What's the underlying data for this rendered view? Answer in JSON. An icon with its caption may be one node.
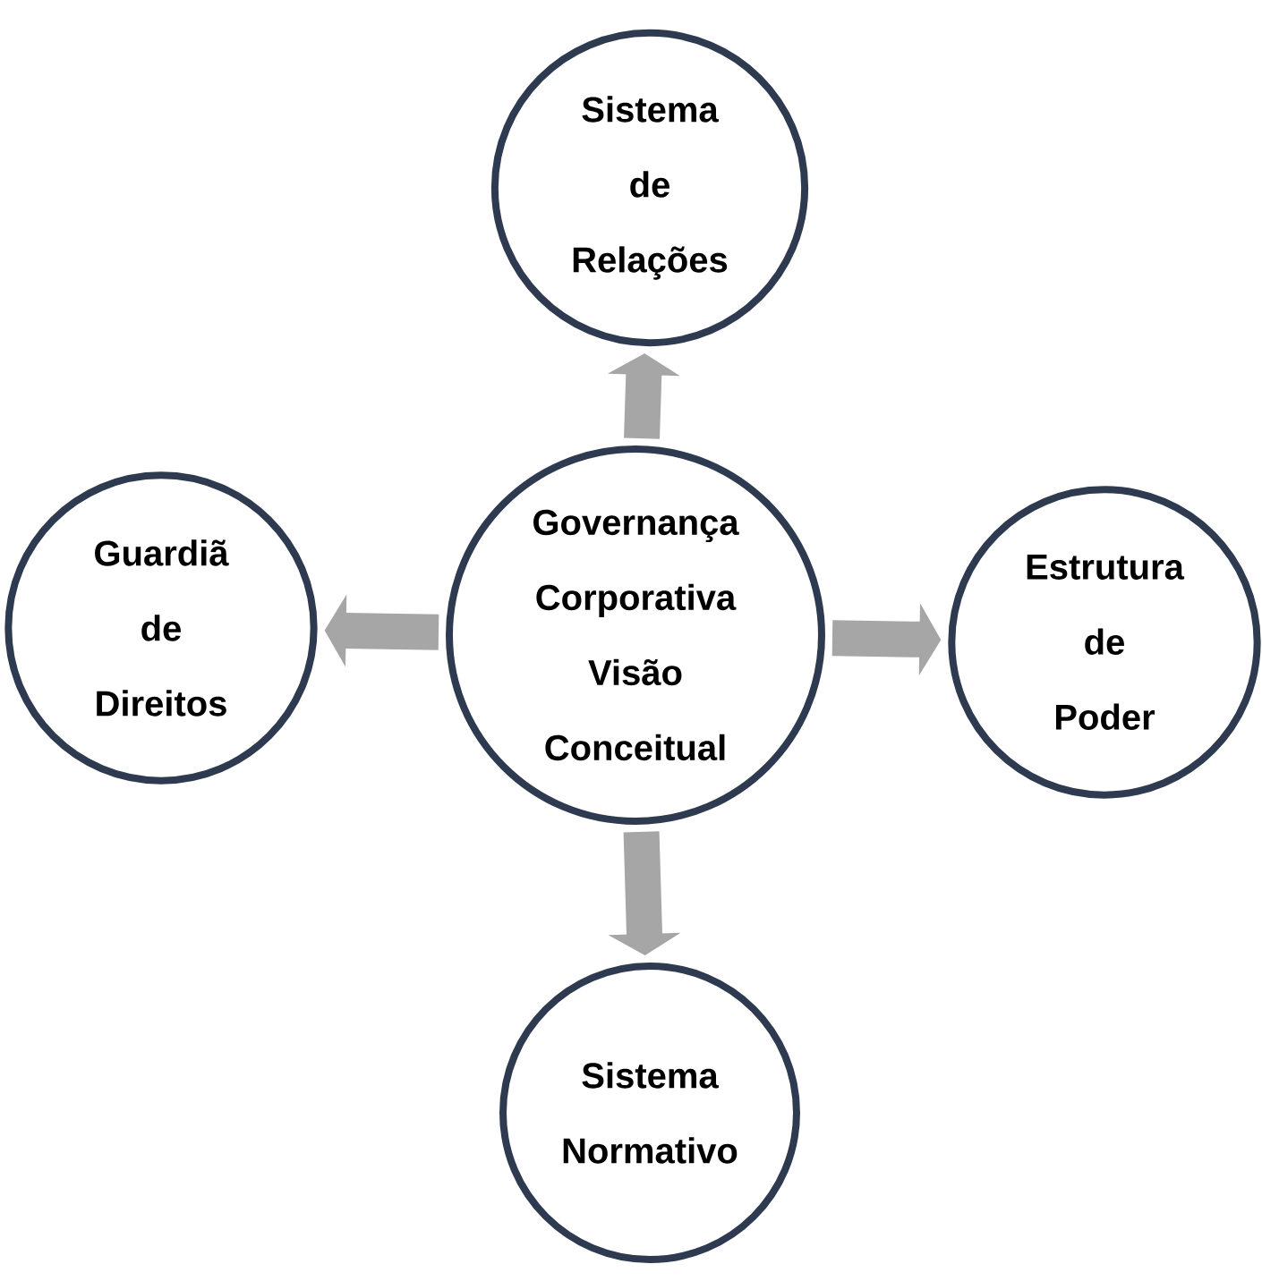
{
  "diagram": {
    "nodes": [
      {
        "text": [
          "Sistema de Relações"
        ]
      },
      {
        "text": [
          "Guardiã de Direitos"
        ]
      },
      {
        "text": [
          "Governança Corporativa Visão Conceitual"
        ]
      },
      {
        "text": [
          "Estrutura de Poder"
        ]
      },
      {
        "text": [
          "Sistema Normativo"
        ]
      }
    ],
    "edges": [
      {
        "from": 2,
        "to": 0,
        "arrow": "to"
      },
      {
        "from": 2,
        "to": 1,
        "arrow": "to"
      },
      {
        "from": 2,
        "to": 3,
        "arrow": "to"
      },
      {
        "from": 2,
        "to": 4,
        "arrow": "to"
      }
    ]
  }
}
